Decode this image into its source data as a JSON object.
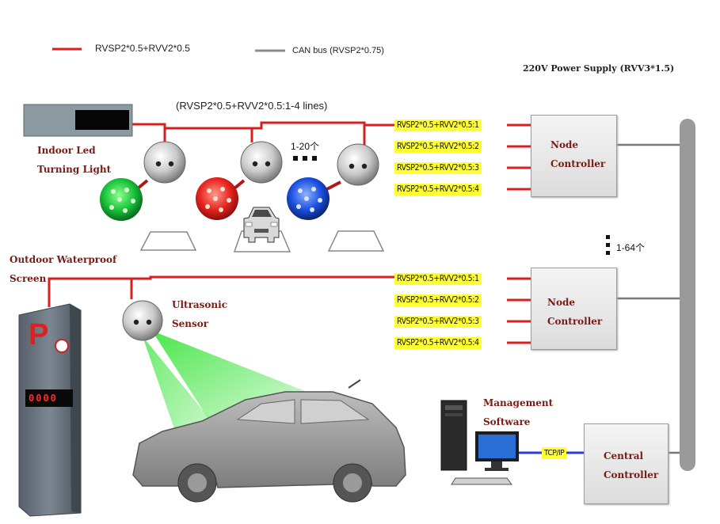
{
  "legend": {
    "red_line_label": "RVSP2*0.5+RVV2*0.5",
    "gray_line_label": "CAN bus (RVSP2*0.75)"
  },
  "power_supply_label": "220V Power Supply (RVV3*1.5)",
  "indoor_bus_label": "(RVSP2*0.5+RVV2*0.5:1-4 lines)",
  "indoor_led_label_line1": "Indoor Led",
  "indoor_led_label_line2": "Turning Light",
  "sensor_count_label": "1-20个",
  "node_count_label": "1-64个",
  "outdoor_screen_label_line1": "Outdoor Waterproof",
  "outdoor_screen_label_line2": "Screen",
  "ultrasonic_label_line1": "Ultrasonic",
  "ultrasonic_label_line2": "Sensor",
  "management_label_line1": "Management",
  "management_label_line2": "Software",
  "tcpip_label": "TCP/IP",
  "node_controller_1": {
    "line1": "Node",
    "line2": "Controller",
    "lines": [
      "RVSP2*0.5+RVV2*0.5:1",
      "RVSP2*0.5+RVV2*0.5:2",
      "RVSP2*0.5+RVV2*0.5:3",
      "RVSP2*0.5+RVV2*0.5:4"
    ]
  },
  "node_controller_2": {
    "line1": "Node",
    "line2": "Controller",
    "lines": [
      "RVSP2*0.5+RVV2*0.5:1",
      "RVSP2*0.5+RVV2*0.5:2",
      "RVSP2*0.5+RVV2*0.5:3",
      "RVSP2*0.5+RVV2*0.5:4"
    ]
  },
  "central_controller": {
    "line1": "Central",
    "line2": "Controller"
  },
  "parking_sign_letter": "P",
  "screen_display": "0000",
  "colors": {
    "cable_red": "#d81f1f",
    "can_bus_gray": "#8c8c8c",
    "led_green": "#19c23a",
    "led_red": "#e8241f",
    "led_blue": "#1a4fe0",
    "sensor_beam": "#1fd81f",
    "tag_yellow": "#ffff33",
    "label_brown": "#7a1a12"
  },
  "icons": [
    "parking-sensor-icon",
    "indicator-light-icon",
    "car-icon",
    "computer-icon",
    "parking-space-icon"
  ]
}
